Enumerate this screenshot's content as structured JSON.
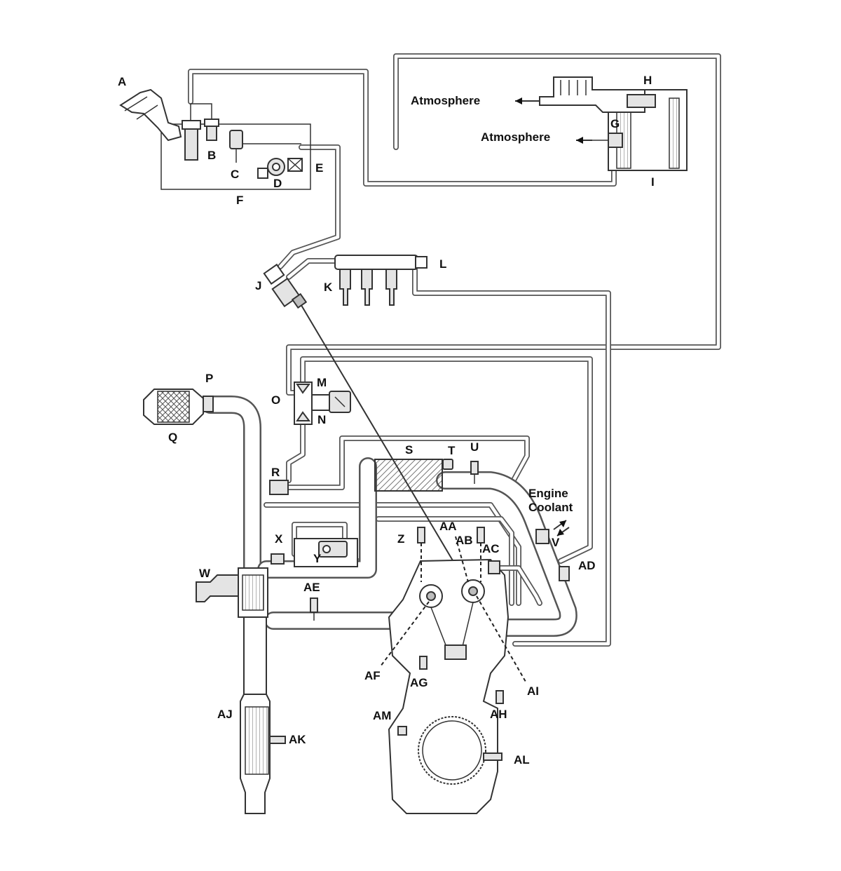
{
  "diagram": {
    "labels": {
      "A": "A",
      "B": "B",
      "C": "C",
      "D": "D",
      "E": "E",
      "F": "F",
      "G": "G",
      "H": "H",
      "I": "I",
      "J": "J",
      "K": "K",
      "L": "L",
      "M": "M",
      "N": "N",
      "O": "O",
      "P": "P",
      "Q": "Q",
      "R": "R",
      "S": "S",
      "T": "T",
      "U": "U",
      "V": "V",
      "W": "W",
      "X": "X",
      "Y": "Y",
      "Z": "Z",
      "AA": "AA",
      "AB": "AB",
      "AC": "AC",
      "AD": "AD",
      "AE": "AE",
      "AF": "AF",
      "AG": "AG",
      "AH": "AH",
      "AI": "AI",
      "AJ": "AJ",
      "AK": "AK",
      "AL": "AL",
      "AM": "AM"
    },
    "annotations": {
      "atmosphere_top": "Atmosphere",
      "atmosphere_mid": "Atmosphere",
      "engine_coolant": "Engine\nCoolant"
    },
    "colors": {
      "line": "#333333",
      "fill_light": "#e4e4e4",
      "fill_dark": "#bdbdbd",
      "background": "#ffffff"
    }
  }
}
